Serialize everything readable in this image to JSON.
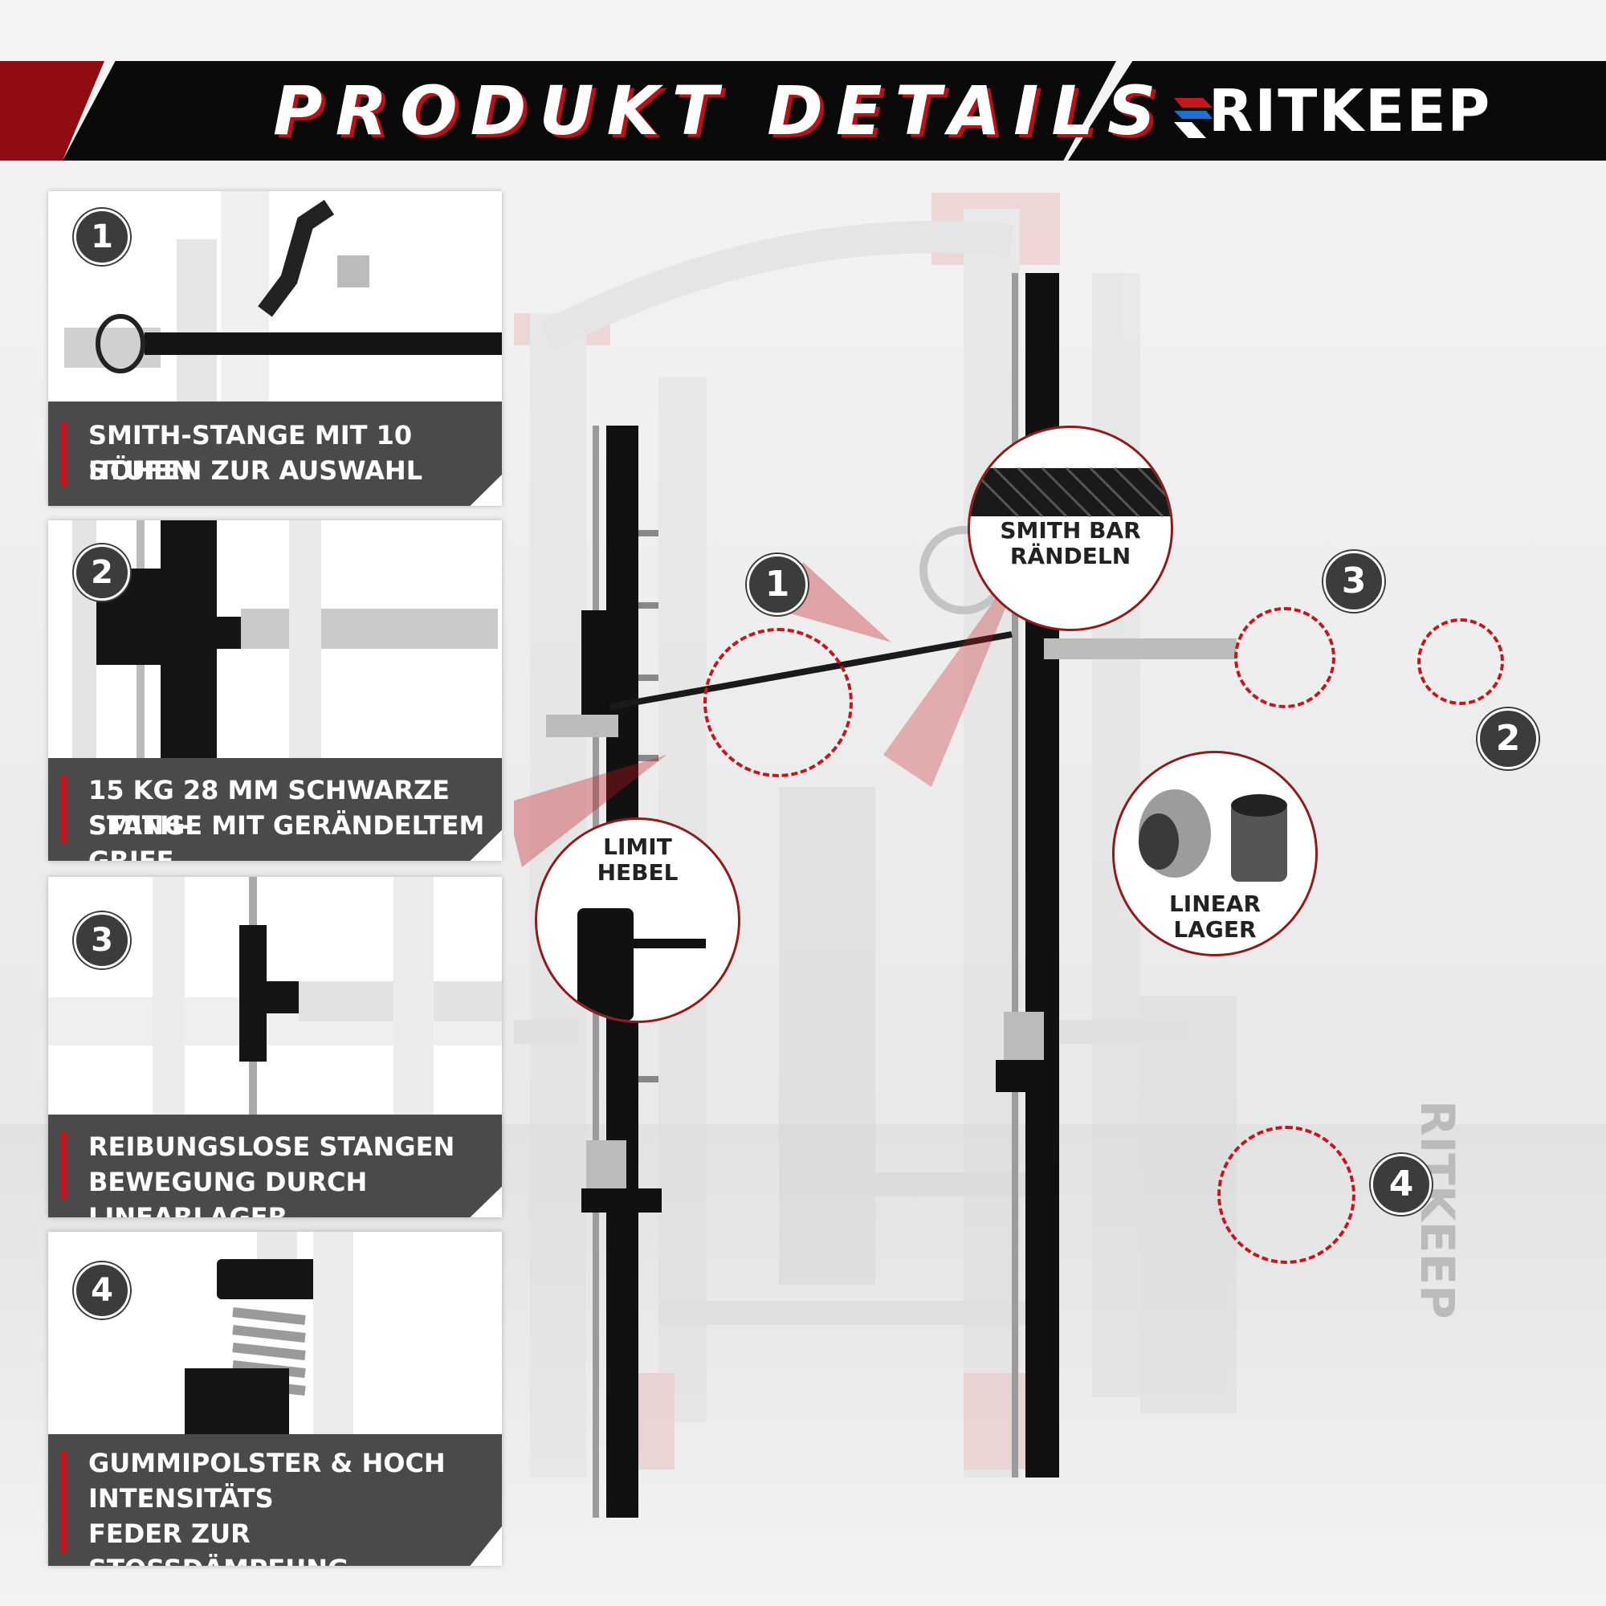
{
  "header": {
    "title": "PRODUKT DETAILS",
    "brand": "RITKEEP",
    "brand_colors": {
      "red": "#c4161d",
      "blue": "#1f6fd0",
      "dark": "#0a0a0a"
    }
  },
  "panels": [
    {
      "number": "1",
      "caption_line1": "SMITH-STANGE MIT 10 HÖHEN",
      "caption_line2": "STUFEN ZUR AUSWAHL"
    },
    {
      "number": "2",
      "caption_line1": "15 KG 28 MM SCHWARZE SMITH-",
      "caption_line2": "STANGE MIT GERÄNDELTEM GRIFF"
    },
    {
      "number": "3",
      "caption_line1": "REIBUNGSLOSE STANGEN",
      "caption_line2": "BEWEGUNG DURCH LINEARLAGER"
    },
    {
      "number": "4",
      "caption_line1": "GUMMIPOLSTER & HOCH",
      "caption_line2": "INTENSITÄTS",
      "caption_line3": "FEDER ZUR STOSSDÄMPFUNG"
    }
  ],
  "callouts": {
    "smith_bar": {
      "line1": "SMITH BAR",
      "line2": "RÄNDELN"
    },
    "limit_lever": {
      "line1": "LIMIT",
      "line2": "HEBEL"
    },
    "linear_bearing": {
      "line1": "LINEAR",
      "line2": "LAGER"
    }
  },
  "markers": [
    "1",
    "2",
    "3",
    "4"
  ],
  "frame_logo_text": "RITKEEP",
  "accent_color": "#c4161d"
}
